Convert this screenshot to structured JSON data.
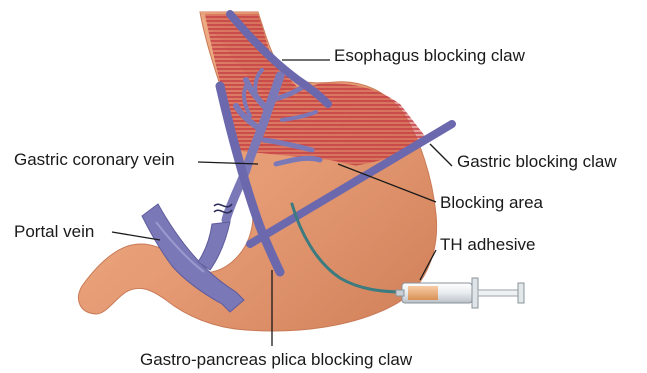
{
  "labels": {
    "esophagus_claw": "Esophagus blocking claw",
    "coronary_vein": "Gastric coronary vein",
    "gastric_claw": "Gastric blocking claw",
    "blocking_area": "Blocking area",
    "portal_vein": "Portal vein",
    "th_adhesive": "TH adhesive",
    "plica_claw": "Gastro-pancreas plica blocking claw"
  },
  "colors": {
    "stomach": "#e59a73",
    "blocking_area": "#c9474a",
    "vein": "#7b78b8",
    "claw": "#6c68ad",
    "tube": "#3c7b7f",
    "leader_line": "#1a1a1a"
  }
}
